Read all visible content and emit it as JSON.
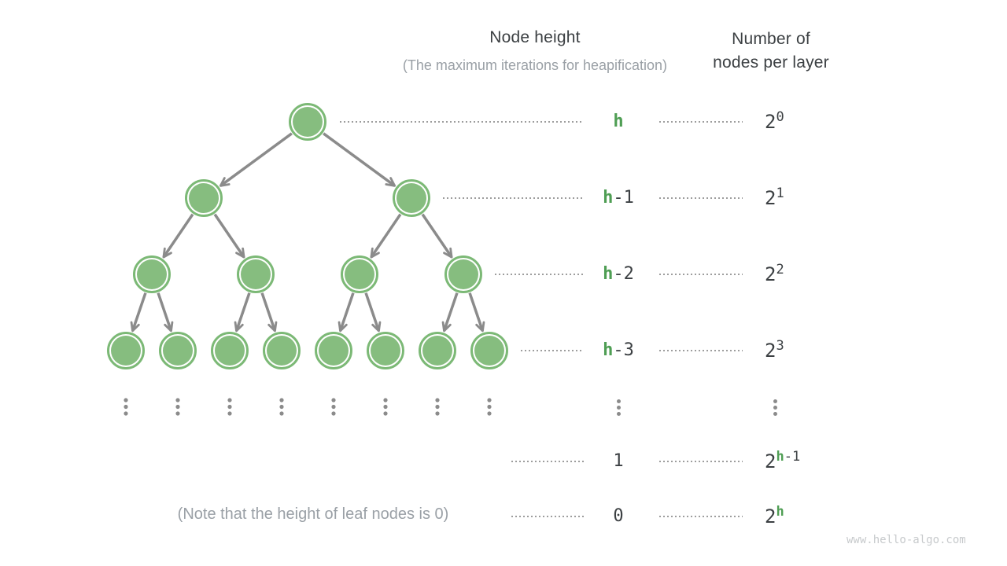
{
  "headers": {
    "node_height_title": "Node height",
    "node_height_subtitle": "(The maximum iterations for heapification)",
    "nodes_per_layer_line1": "Number of",
    "nodes_per_layer_line2": "nodes per layer"
  },
  "rows": [
    {
      "height_green": "h",
      "height_dark": "",
      "base": "2",
      "exp_green": "",
      "exp_dark": "0"
    },
    {
      "height_green": "h",
      "height_dark": "-1",
      "base": "2",
      "exp_green": "",
      "exp_dark": "1"
    },
    {
      "height_green": "h",
      "height_dark": "-2",
      "base": "2",
      "exp_green": "",
      "exp_dark": "2"
    },
    {
      "height_green": "h",
      "height_dark": "-3",
      "base": "2",
      "exp_green": "",
      "exp_dark": "3"
    },
    {
      "height_green": "",
      "height_dark": "1",
      "base": "2",
      "exp_green": "h",
      "exp_dark": "-1"
    },
    {
      "height_green": "",
      "height_dark": "0",
      "base": "2",
      "exp_green": "h",
      "exp_dark": ""
    }
  ],
  "note": "(Note that the height of leaf nodes is 0)",
  "watermark": "www.hello-algo.com",
  "tree": {
    "levels": [
      1,
      2,
      4,
      8
    ],
    "ellipsis_below_leaves": true
  },
  "colors": {
    "node_fill": "#86bd7f",
    "node_stroke": "#7cb976",
    "arrow": "#8b8b8b",
    "dotted": "#9d9d9d",
    "text_dark": "#3c4043",
    "text_green": "#4f9e54",
    "text_gray": "#9aa0a6",
    "watermark": "#c7cacc"
  }
}
